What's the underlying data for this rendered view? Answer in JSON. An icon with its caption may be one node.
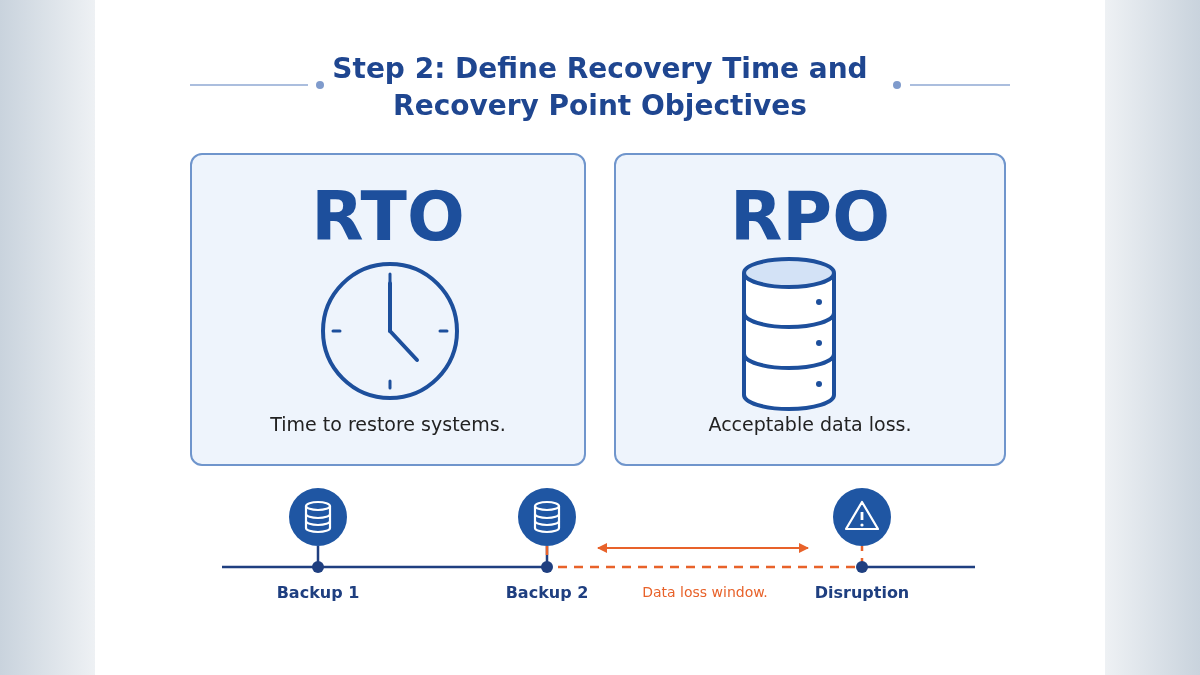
{
  "diagram": {
    "title": "Step 2: Define Recovery Time and Recovery Point Objectives",
    "nodes": [
      {
        "text": [
          "RTO",
          "Time to restore systems."
        ]
      },
      {
        "text": [
          "RPO",
          "Acceptable data loss."
        ]
      },
      {
        "text": [],
        "shape": "circle",
        "beside": [
          "Backup 1"
        ]
      },
      {
        "text": [],
        "shape": "circle",
        "beside": [
          "Backup 2"
        ]
      },
      {
        "text": [],
        "shape": "circle",
        "beside": [
          "Disruption"
        ]
      }
    ],
    "edges": [
      {
        "from": 2,
        "to": 3,
        "arrow": "none"
      },
      {
        "from": 3,
        "to": 4,
        "arrow": "none",
        "style": "dashed",
        "color": "#e8622a"
      }
    ],
    "labels": [
      "Data loss window."
    ]
  }
}
